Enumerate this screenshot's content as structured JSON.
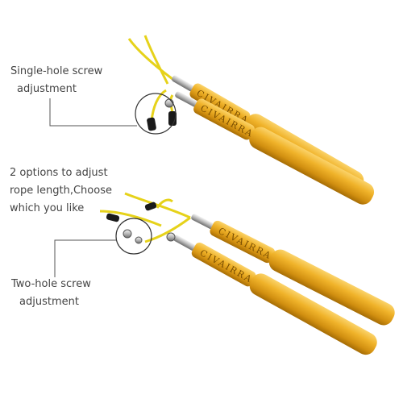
{
  "labels": {
    "single_line1": "Single-hole screw",
    "single_line2": "adjustment",
    "options_line1": "2 options to adjust",
    "options_line2": "rope length,Choose",
    "options_line3": "which you like",
    "two_line1": "Two-hole screw",
    "two_line2": "adjustment"
  },
  "brand": "CIVAIRRA",
  "colors": {
    "handle_gold": "#e8a818",
    "handle_dark": "#b07a08",
    "cable_yellow": "#e6d21a",
    "pointer_line": "#555555"
  }
}
